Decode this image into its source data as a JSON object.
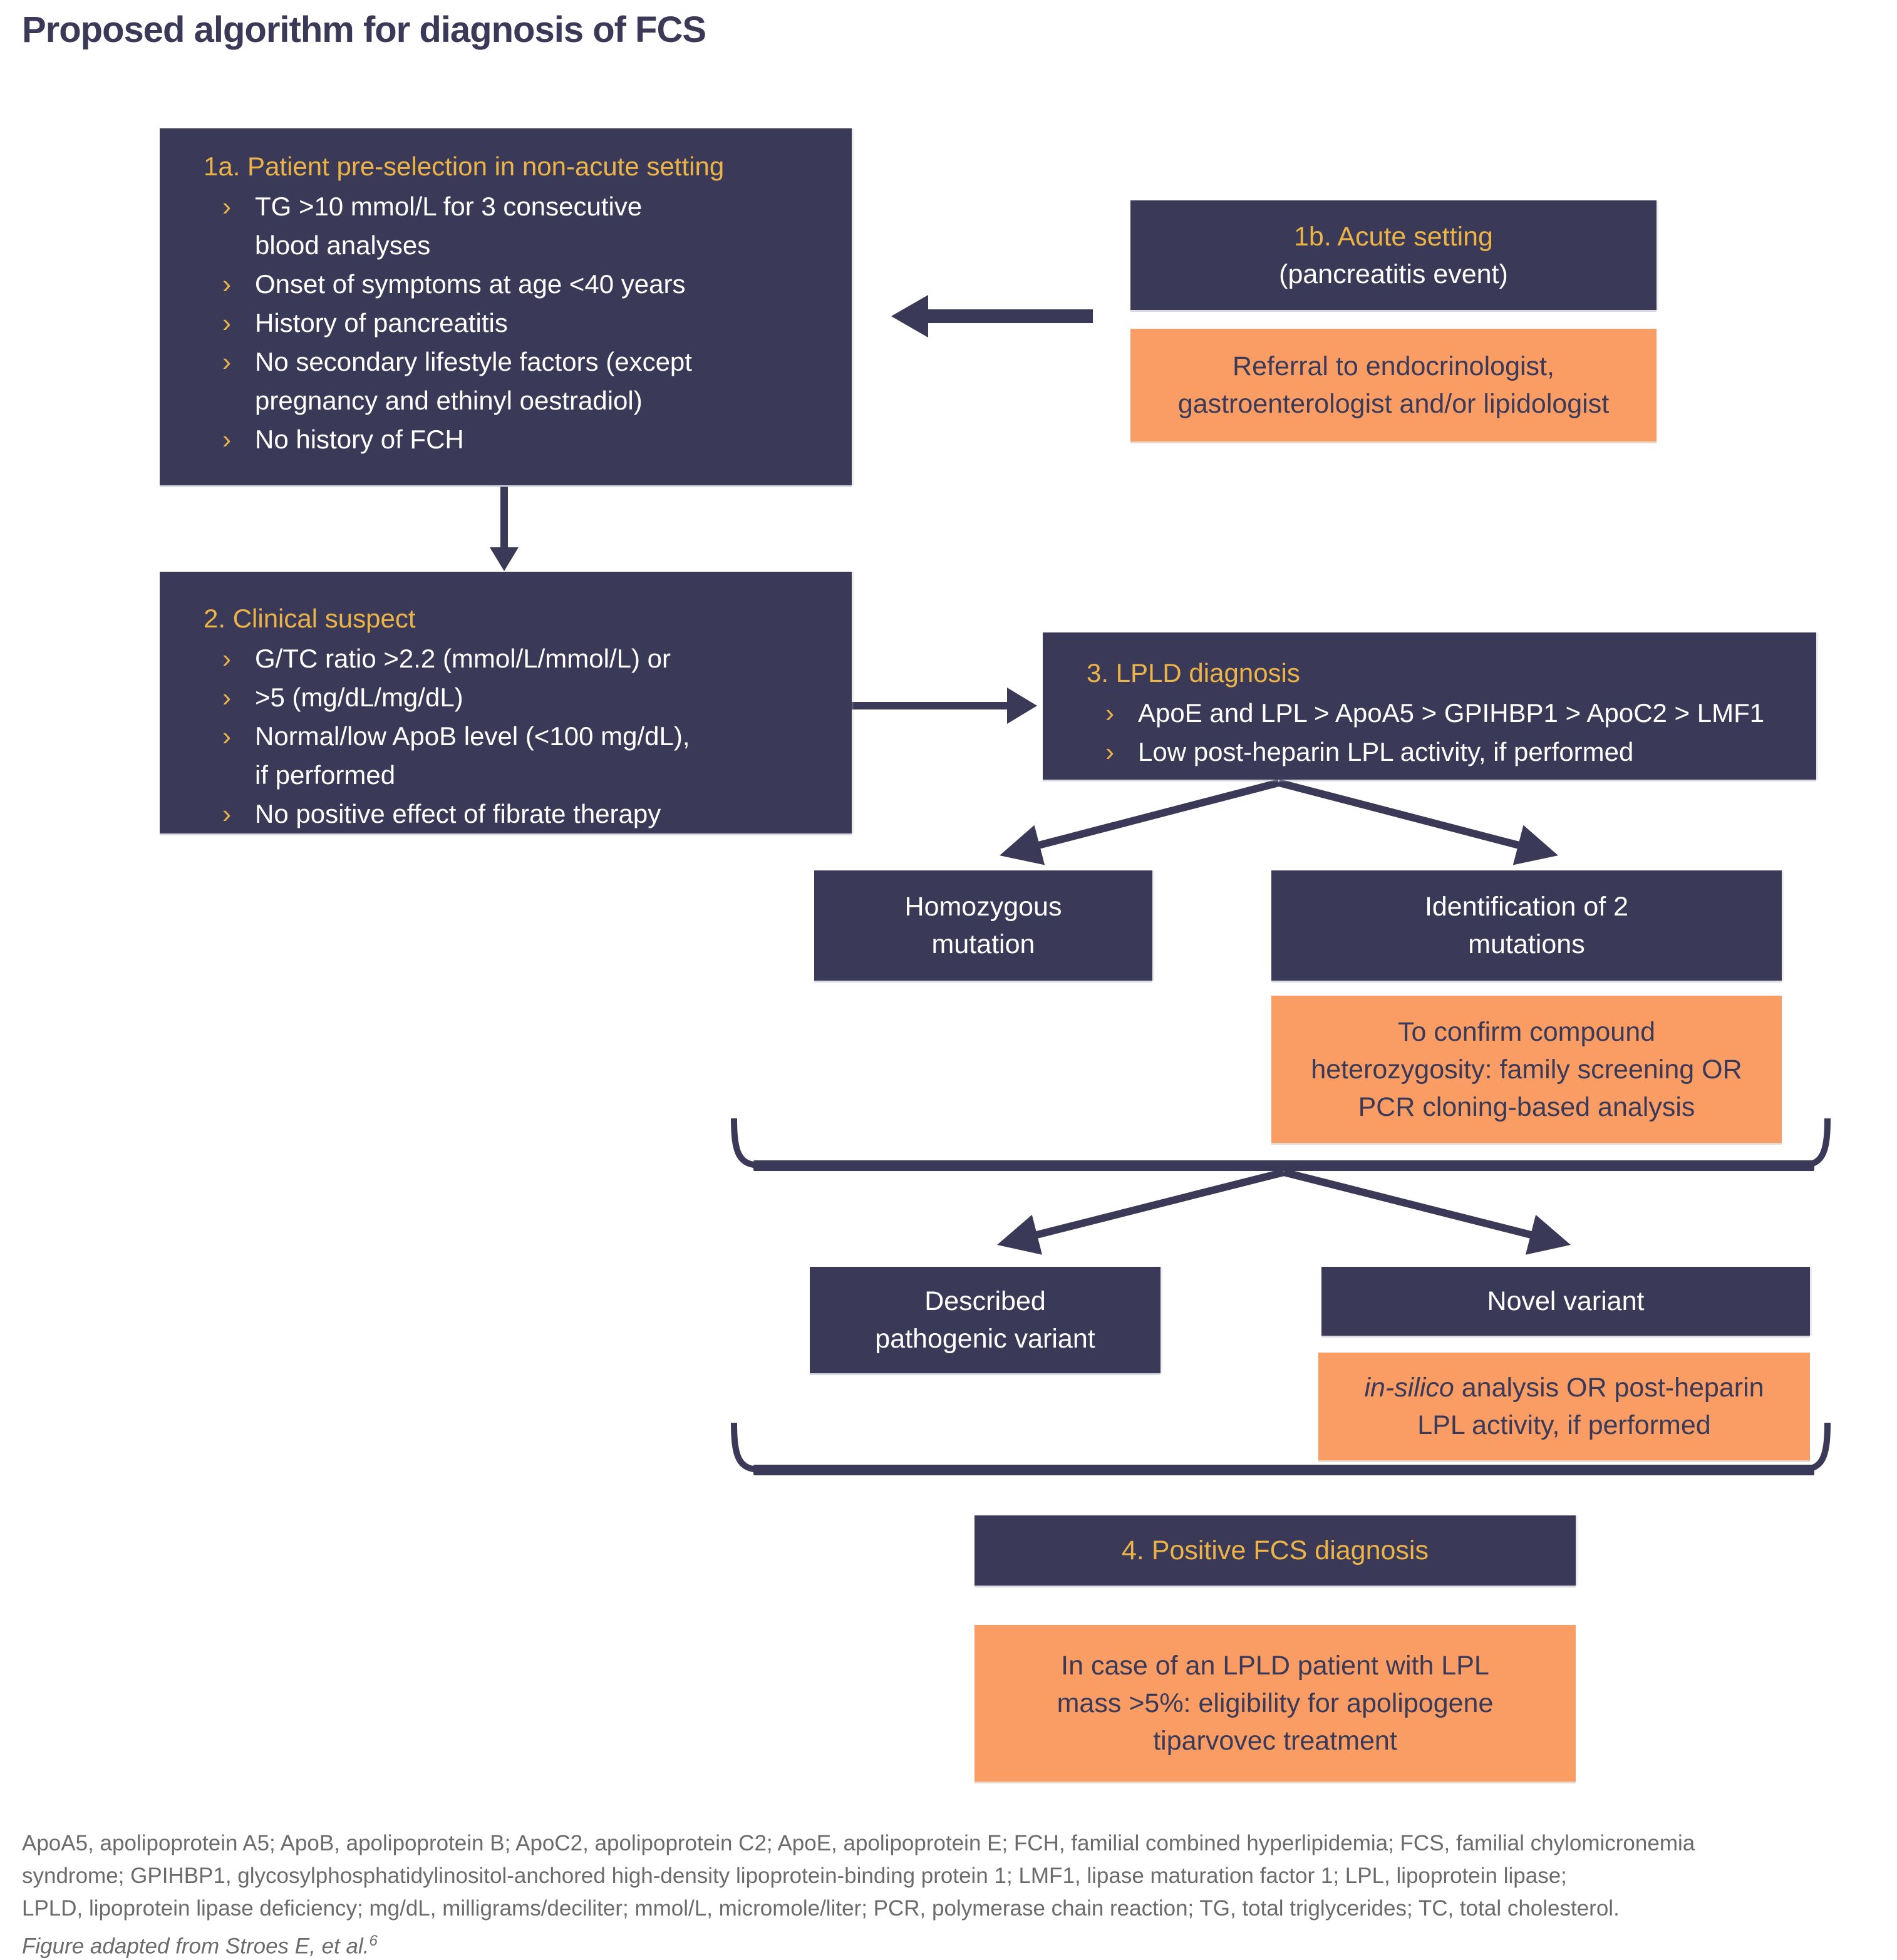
{
  "page": {
    "title": "Proposed algorithm for diagnosis of FCS"
  },
  "colors": {
    "navy": "#3A3A58",
    "orange": "#F99D64",
    "yellow": "#ECB446",
    "text_white": "#FFFFFF",
    "footer_gray": "#6B6B6B"
  },
  "bullets": {
    "chevron": "›"
  },
  "box1a": {
    "title": "1a. Patient pre-selection in non-acute setting",
    "items": [
      "TG >10 mmol/L for 3 consecutive\nblood analyses",
      "Onset of symptoms at age <40 years",
      "History of pancreatitis",
      "No secondary lifestyle factors (except\npregnancy and ethinyl oestradiol)",
      "No history of FCH"
    ]
  },
  "box1b": {
    "title": "1b. Acute setting",
    "subtitle": "(pancreatitis event)"
  },
  "referral": {
    "text": "Referral to endocrinologist,\ngastroenterologist and/or lipidologist"
  },
  "box2": {
    "title": "2. Clinical suspect",
    "items": [
      "G/TC ratio >2.2 (mmol/L/mmol/L) or",
      ">5 (mg/dL/mg/dL)",
      "Normal/low ApoB level (<100 mg/dL),\nif performed",
      "No positive effect of fibrate therapy"
    ]
  },
  "box3": {
    "title": "3. LPLD diagnosis",
    "items": [
      "ApoE and LPL > ApoA5 > GPIHBP1 > ApoC2 > LMF1",
      "Low post-heparin LPL activity, if performed"
    ]
  },
  "homozygous": {
    "text": "Homozygous\nmutation"
  },
  "identification": {
    "text": "Identification of 2\nmutations"
  },
  "to_confirm": {
    "text": "To confirm compound\nheterozygosity: family screening OR\nPCR cloning-based analysis"
  },
  "described": {
    "text": "Described\npathogenic variant"
  },
  "novel": {
    "text": "Novel variant"
  },
  "insilico": {
    "italic": "in-silico",
    "rest": " analysis OR post-heparin\nLPL activity, if performed"
  },
  "box4": {
    "title": "4. Positive FCS diagnosis"
  },
  "final_box": {
    "text": "In case of an LPLD patient with LPL\nmass >5%: eligibility for apolipogene\ntiparvovec treatment"
  },
  "footer": {
    "line1": "ApoA5, apolipoprotein A5; ApoB, apolipoprotein B; ApoC2, apolipoprotein C2; ApoE, apolipoprotein E; FCH, familial combined hyperlipidemia; FCS, familial chylomicronemia",
    "line2": "syndrome; GPIHBP1, glycosylphosphatidylinositol-anchored high-density lipoprotein-binding protein 1; LMF1, lipase maturation factor 1; LPL, lipoprotein lipase;",
    "line3": "LPLD, lipoprotein lipase deficiency; mg/dL, milligrams/deciliter; mmol/L, micromole/liter; PCR, polymerase chain reaction; TG, total triglycerides; TC, total cholesterol.",
    "figure_credit": "Figure adapted from Stroes E, et al.",
    "figure_ref": "6"
  }
}
